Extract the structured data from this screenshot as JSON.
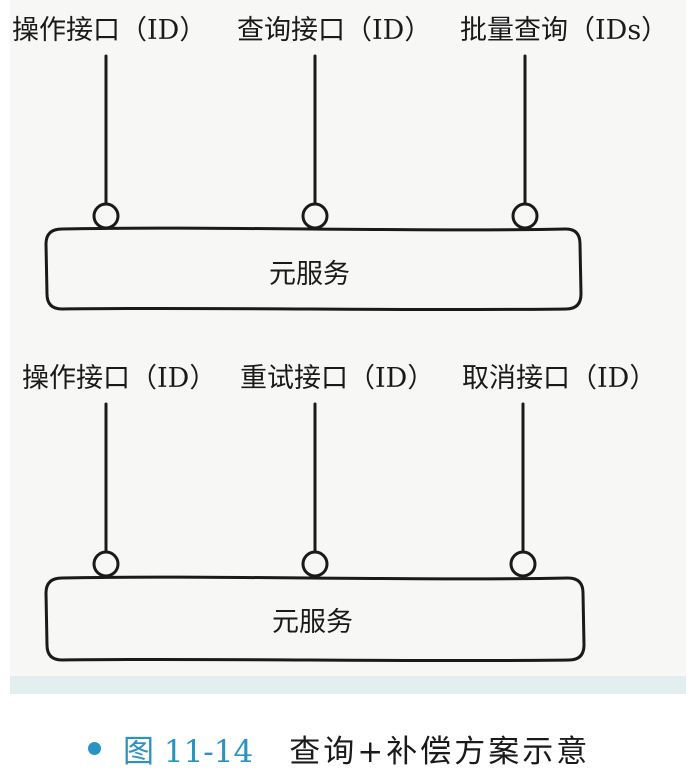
{
  "diagram_top": {
    "interfaces": [
      {
        "label": "操作接口（ID）"
      },
      {
        "label": "查询接口（ID）"
      },
      {
        "label": "批量查询（IDs）"
      }
    ],
    "service_label": "元服务"
  },
  "diagram_bottom": {
    "interfaces": [
      {
        "label": "操作接口（ID）"
      },
      {
        "label": "重试接口（ID）"
      },
      {
        "label": "取消接口（ID）"
      }
    ],
    "service_label": "元服务"
  },
  "caption": {
    "number": "图 11-14",
    "title": "查询+补偿方案示意"
  },
  "colors": {
    "line": "#1a1a1a",
    "caption_accent": "#2b93c4",
    "background_band": "#e3eef1"
  }
}
